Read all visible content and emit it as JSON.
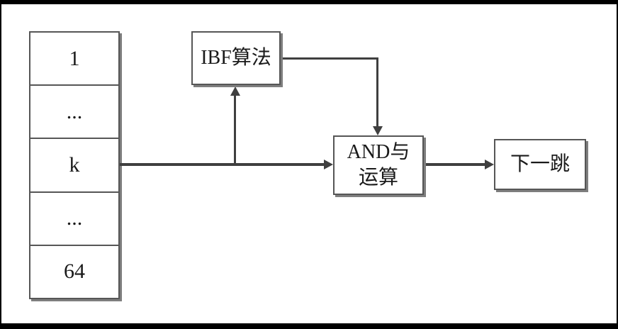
{
  "diagram": {
    "array_column": {
      "cells": [
        "1",
        "...",
        "k",
        "...",
        "64"
      ]
    },
    "nodes": {
      "ibf_box": {
        "label": "IBF算法"
      },
      "and_box": {
        "label": "AND与运算"
      },
      "next_hop_box": {
        "label": "下一跳"
      }
    },
    "connectors": [
      {
        "from": "array-cell-k",
        "to": "and_box",
        "type": "arrow"
      },
      {
        "from": "k-and-line-junction",
        "to": "ibf_box",
        "type": "arrow"
      },
      {
        "from": "ibf_box",
        "to": "and_box",
        "type": "elbow-arrow"
      },
      {
        "from": "and_box",
        "to": "next_hop_box",
        "type": "arrow"
      }
    ],
    "colors": {
      "background": "#ffffff",
      "frame": "#000000",
      "line": "#3f3f3f",
      "box_border": "#565656",
      "box_fill": "#ffffff",
      "box_shadow": "#7e7e7e",
      "text": "#1a1a1a"
    }
  }
}
